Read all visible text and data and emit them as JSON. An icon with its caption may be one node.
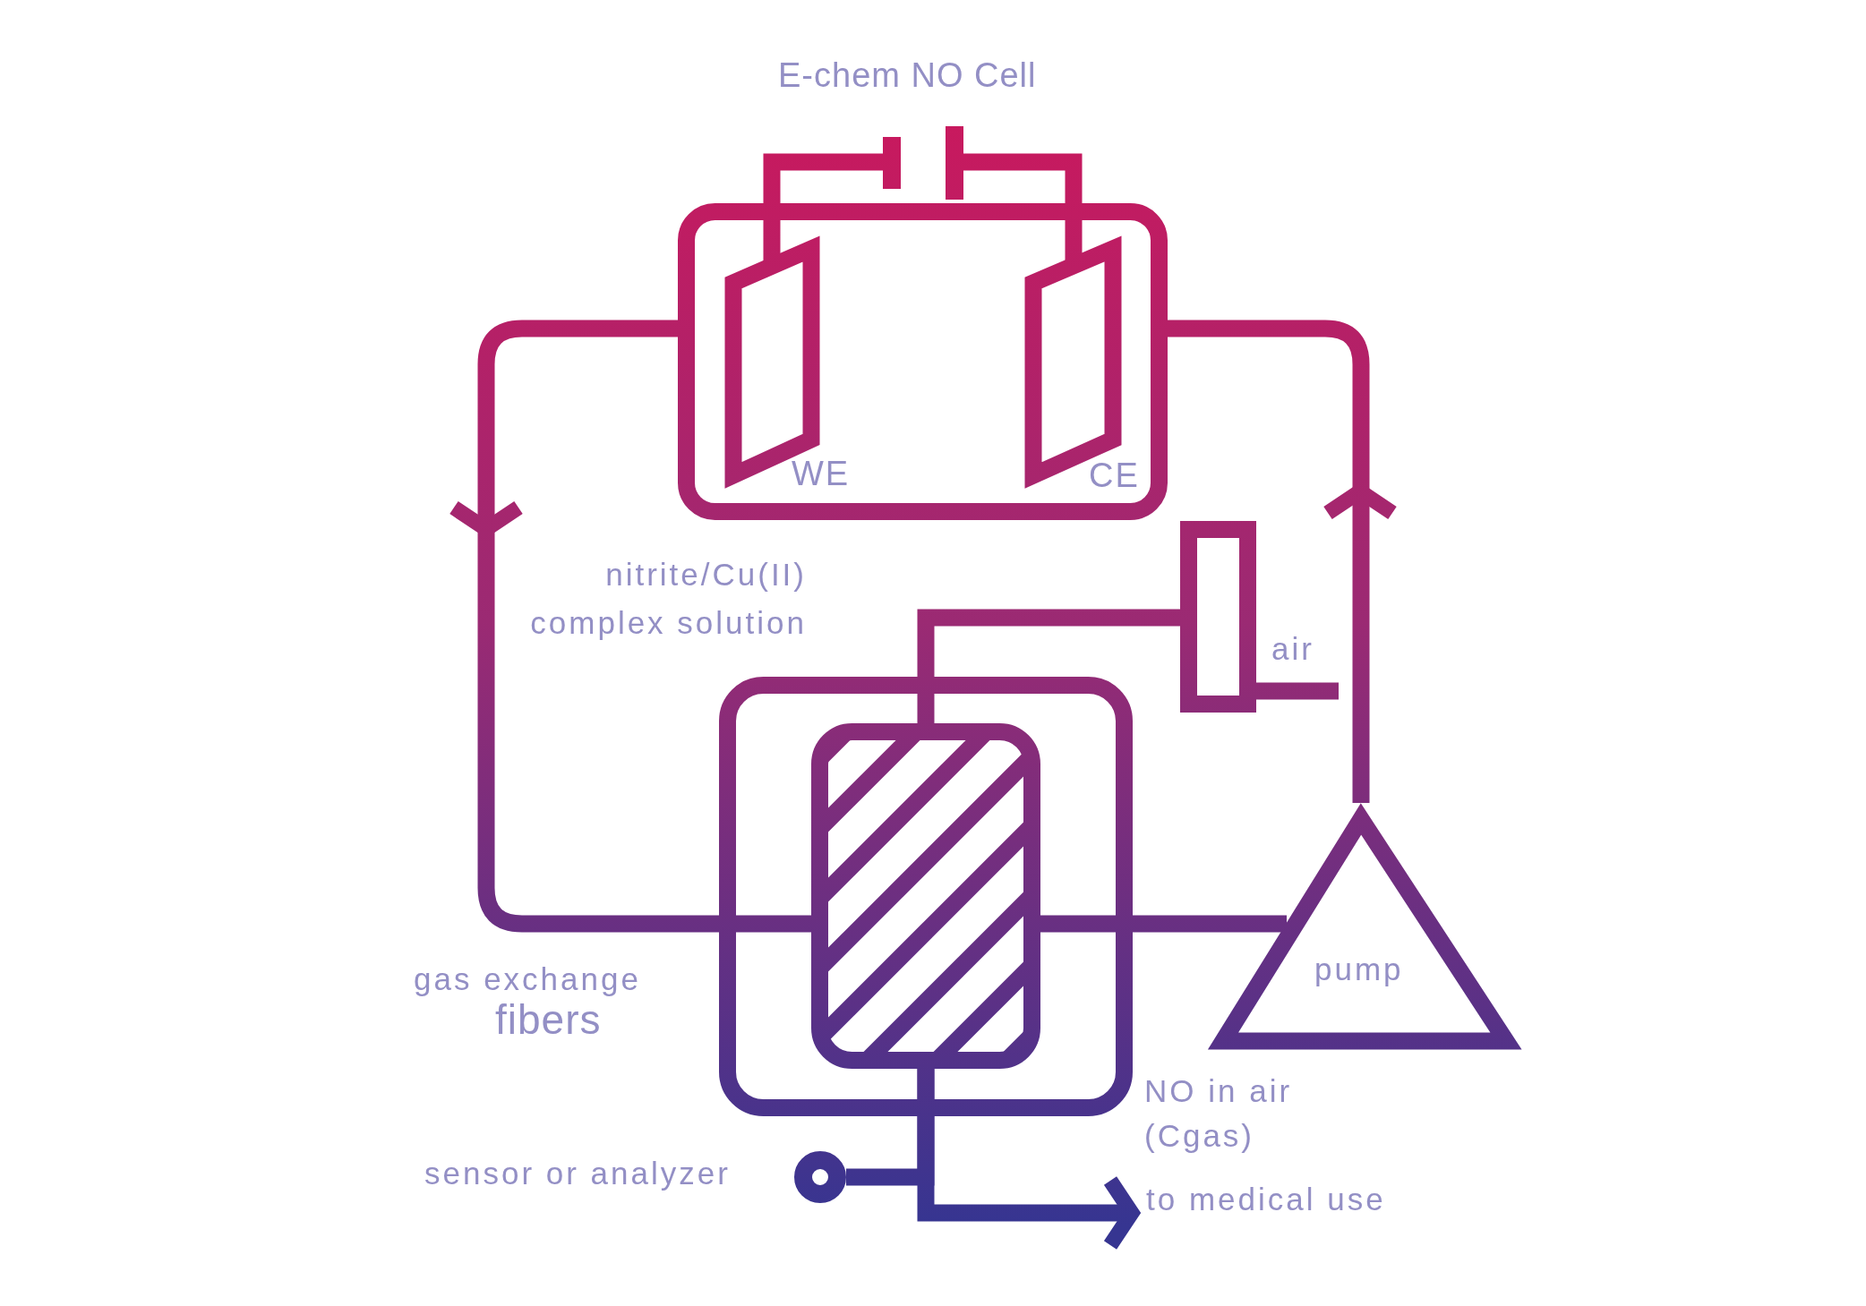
{
  "diagram": {
    "nodes": [
      {
        "text": [],
        "shape": "battery"
      },
      {
        "text": [],
        "shape": "box"
      },
      {
        "text": [
          "WE"
        ],
        "in": 1
      },
      {
        "text": [
          "CE"
        ],
        "in": 1
      },
      {
        "text": [],
        "shape": "box"
      },
      {
        "text": [],
        "shape": "box"
      },
      {
        "text": [],
        "shape": "box",
        "in": 5,
        "beside": [
          "gas exchange",
          "fibers"
        ]
      },
      {
        "text": [
          "pump"
        ]
      },
      {
        "text": [],
        "shape": "circle",
        "beside": [
          "sensor or analyzer"
        ]
      }
    ],
    "edges": [
      {
        "from": 1,
        "to": 5,
        "arrow": "to"
      },
      {
        "from": 5,
        "to": 7,
        "arrow": "none"
      },
      {
        "from": 7,
        "to": 1,
        "arrow": "to"
      },
      {
        "from": 2,
        "to": 0,
        "arrow": "none"
      },
      {
        "from": 0,
        "to": 3,
        "arrow": "none"
      },
      {
        "from": null,
        "to": 4,
        "arrow": "none",
        "label": "air"
      },
      {
        "from": 4,
        "to": 6,
        "arrow": "none"
      },
      {
        "from": 6,
        "to": 8,
        "arrow": "none"
      },
      {
        "from": 6,
        "to": null,
        "arrow": "to",
        "label": "to medical use"
      }
    ],
    "labels": [
      "E-chem NO Cell",
      "nitrite/Cu(II) complex solution",
      "NO in air (Cgas)"
    ]
  }
}
